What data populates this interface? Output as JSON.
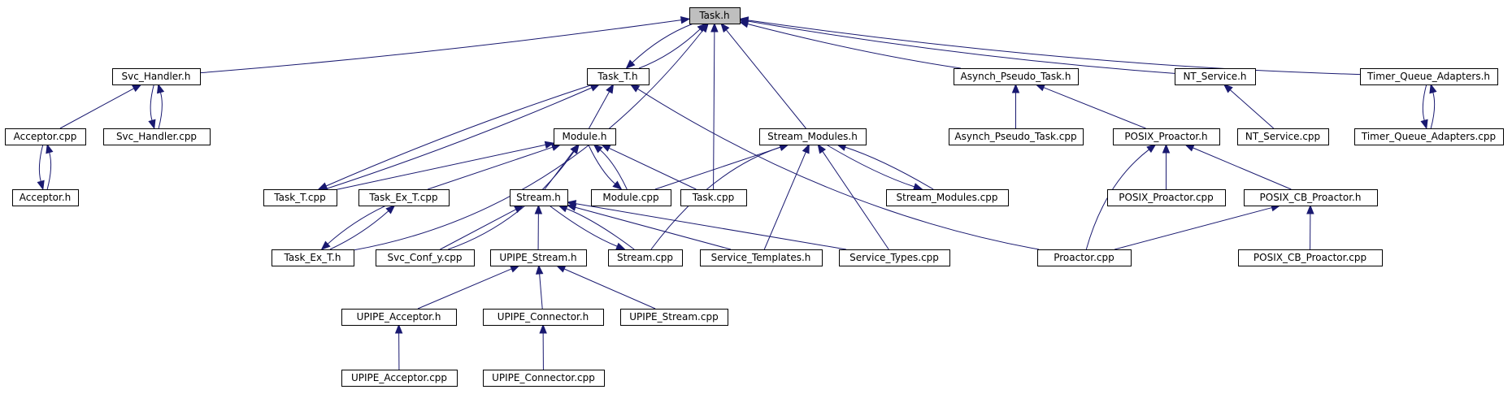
{
  "diagram": {
    "colors": {
      "edge": "#191970",
      "node_border": "#000000",
      "root_fill": "#bfbfbf",
      "node_fill": "#ffffff"
    },
    "root": "task_h",
    "nodes": [
      {
        "id": "task_h",
        "label": "Task.h"
      },
      {
        "id": "svc_handler_h",
        "label": "Svc_Handler.h"
      },
      {
        "id": "task_t_h",
        "label": "Task_T.h"
      },
      {
        "id": "asynch_pseudo_task_h",
        "label": "Asynch_Pseudo_Task.h"
      },
      {
        "id": "nt_service_h",
        "label": "NT_Service.h"
      },
      {
        "id": "timer_queue_adapters_h",
        "label": "Timer_Queue_Adapters.h"
      },
      {
        "id": "acceptor_cpp",
        "label": "Acceptor.cpp"
      },
      {
        "id": "svc_handler_cpp",
        "label": "Svc_Handler.cpp"
      },
      {
        "id": "module_h",
        "label": "Module.h"
      },
      {
        "id": "stream_modules_h",
        "label": "Stream_Modules.h"
      },
      {
        "id": "asynch_pseudo_task_cpp",
        "label": "Asynch_Pseudo_Task.cpp"
      },
      {
        "id": "posix_proactor_h",
        "label": "POSIX_Proactor.h"
      },
      {
        "id": "nt_service_cpp",
        "label": "NT_Service.cpp"
      },
      {
        "id": "timer_queue_adapters_cpp",
        "label": "Timer_Queue_Adapters.cpp"
      },
      {
        "id": "acceptor_h",
        "label": "Acceptor.h"
      },
      {
        "id": "task_t_cpp",
        "label": "Task_T.cpp"
      },
      {
        "id": "task_ex_t_cpp",
        "label": "Task_Ex_T.cpp"
      },
      {
        "id": "stream_h",
        "label": "Stream.h"
      },
      {
        "id": "module_cpp",
        "label": "Module.cpp"
      },
      {
        "id": "task_cpp",
        "label": "Task.cpp"
      },
      {
        "id": "stream_modules_cpp",
        "label": "Stream_Modules.cpp"
      },
      {
        "id": "posix_proactor_cpp",
        "label": "POSIX_Proactor.cpp"
      },
      {
        "id": "posix_cb_proactor_h",
        "label": "POSIX_CB_Proactor.h"
      },
      {
        "id": "task_ex_t_h",
        "label": "Task_Ex_T.h"
      },
      {
        "id": "svc_conf_y_cpp",
        "label": "Svc_Conf_y.cpp"
      },
      {
        "id": "upipe_stream_h",
        "label": "UPIPE_Stream.h"
      },
      {
        "id": "stream_cpp",
        "label": "Stream.cpp"
      },
      {
        "id": "service_templates_h",
        "label": "Service_Templates.h"
      },
      {
        "id": "service_types_cpp",
        "label": "Service_Types.cpp"
      },
      {
        "id": "proactor_cpp",
        "label": "Proactor.cpp"
      },
      {
        "id": "posix_cb_proactor_cpp",
        "label": "POSIX_CB_Proactor.cpp"
      },
      {
        "id": "upipe_acceptor_h",
        "label": "UPIPE_Acceptor.h"
      },
      {
        "id": "upipe_connector_h",
        "label": "UPIPE_Connector.h"
      },
      {
        "id": "upipe_stream_cpp",
        "label": "UPIPE_Stream.cpp"
      },
      {
        "id": "upipe_acceptor_cpp",
        "label": "UPIPE_Acceptor.cpp"
      },
      {
        "id": "upipe_connector_cpp",
        "label": "UPIPE_Connector.cpp"
      }
    ],
    "edges": [
      {
        "from": "svc_handler_h",
        "to": "task_h"
      },
      {
        "from": "task_t_h",
        "to": "task_h"
      },
      {
        "from": "task_h",
        "to": "task_t_h"
      },
      {
        "from": "asynch_pseudo_task_h",
        "to": "task_h"
      },
      {
        "from": "nt_service_h",
        "to": "task_h"
      },
      {
        "from": "timer_queue_adapters_h",
        "to": "task_h"
      },
      {
        "from": "task_cpp",
        "to": "task_h"
      },
      {
        "from": "stream_modules_h",
        "to": "task_h"
      },
      {
        "from": "task_ex_t_h",
        "to": "task_h"
      },
      {
        "from": "acceptor_cpp",
        "to": "svc_handler_h"
      },
      {
        "from": "svc_handler_cpp",
        "to": "svc_handler_h"
      },
      {
        "from": "svc_handler_h",
        "to": "svc_handler_cpp"
      },
      {
        "from": "acceptor_h",
        "to": "acceptor_cpp"
      },
      {
        "from": "acceptor_cpp",
        "to": "acceptor_h"
      },
      {
        "from": "module_h",
        "to": "task_t_h"
      },
      {
        "from": "task_t_cpp",
        "to": "task_t_h"
      },
      {
        "from": "task_t_h",
        "to": "task_t_cpp"
      },
      {
        "from": "proactor_cpp",
        "to": "task_t_h"
      },
      {
        "from": "task_t_cpp",
        "to": "module_h"
      },
      {
        "from": "task_ex_t_cpp",
        "to": "module_h"
      },
      {
        "from": "stream_h",
        "to": "module_h"
      },
      {
        "from": "module_cpp",
        "to": "module_h"
      },
      {
        "from": "module_h",
        "to": "module_cpp"
      },
      {
        "from": "task_cpp",
        "to": "module_h"
      },
      {
        "from": "svc_conf_y_cpp",
        "to": "module_h"
      },
      {
        "from": "task_ex_t_h",
        "to": "task_ex_t_cpp"
      },
      {
        "from": "task_ex_t_cpp",
        "to": "task_ex_t_h"
      },
      {
        "from": "module_cpp",
        "to": "stream_modules_h"
      },
      {
        "from": "stream_modules_cpp",
        "to": "stream_modules_h"
      },
      {
        "from": "stream_modules_h",
        "to": "stream_modules_cpp"
      },
      {
        "from": "stream_cpp",
        "to": "stream_modules_h"
      },
      {
        "from": "service_templates_h",
        "to": "stream_modules_h"
      },
      {
        "from": "service_types_cpp",
        "to": "stream_modules_h"
      },
      {
        "from": "svc_conf_y_cpp",
        "to": "stream_h"
      },
      {
        "from": "upipe_stream_h",
        "to": "stream_h"
      },
      {
        "from": "stream_cpp",
        "to": "stream_h"
      },
      {
        "from": "stream_h",
        "to": "stream_cpp"
      },
      {
        "from": "service_templates_h",
        "to": "stream_h"
      },
      {
        "from": "service_types_cpp",
        "to": "stream_h"
      },
      {
        "from": "upipe_acceptor_h",
        "to": "upipe_stream_h"
      },
      {
        "from": "upipe_connector_h",
        "to": "upipe_stream_h"
      },
      {
        "from": "upipe_stream_cpp",
        "to": "upipe_stream_h"
      },
      {
        "from": "upipe_acceptor_cpp",
        "to": "upipe_acceptor_h"
      },
      {
        "from": "upipe_connector_cpp",
        "to": "upipe_connector_h"
      },
      {
        "from": "asynch_pseudo_task_cpp",
        "to": "asynch_pseudo_task_h"
      },
      {
        "from": "posix_proactor_h",
        "to": "asynch_pseudo_task_h"
      },
      {
        "from": "posix_proactor_cpp",
        "to": "posix_proactor_h"
      },
      {
        "from": "posix_cb_proactor_h",
        "to": "posix_proactor_h"
      },
      {
        "from": "proactor_cpp",
        "to": "posix_proactor_h"
      },
      {
        "from": "proactor_cpp",
        "to": "posix_cb_proactor_h"
      },
      {
        "from": "posix_cb_proactor_cpp",
        "to": "posix_cb_proactor_h"
      },
      {
        "from": "nt_service_cpp",
        "to": "nt_service_h"
      },
      {
        "from": "timer_queue_adapters_cpp",
        "to": "timer_queue_adapters_h"
      },
      {
        "from": "timer_queue_adapters_h",
        "to": "timer_queue_adapters_cpp"
      }
    ]
  }
}
